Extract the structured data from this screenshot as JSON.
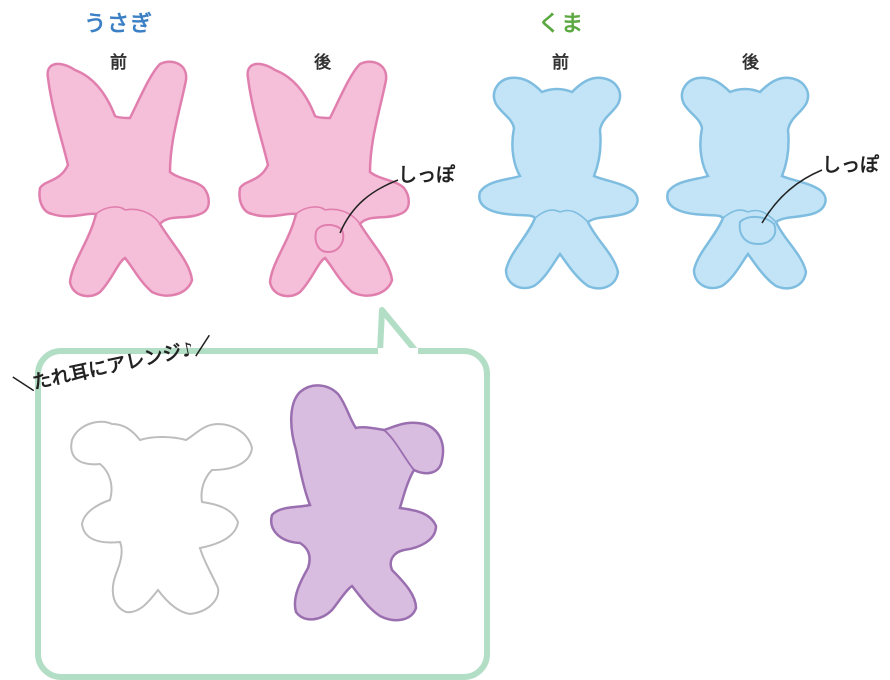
{
  "rabbit": {
    "title": "うさぎ",
    "front": "前",
    "back": "後",
    "tail_label": "しっぽ"
  },
  "bear": {
    "title": "くま",
    "front": "前",
    "back": "後",
    "tail_label": "しっぽ"
  },
  "arrange": {
    "label_prefix": "＼",
    "label": "たれ耳にアレンジ♪",
    "label_suffix": "／"
  },
  "colors": {
    "rabbit_fill": "#f5bfd9",
    "rabbit_stroke": "#e07fae",
    "bear_fill": "#c2e4f6",
    "bear_stroke": "#7fbde0",
    "arrange_fill": "#d9bde0",
    "arrange_stroke": "#9a6fb0",
    "outline_stroke": "#bdbdbd",
    "box_border": "#b3dec6",
    "rabbit_title": "#3b7fc4",
    "bear_title": "#5aa83f"
  }
}
